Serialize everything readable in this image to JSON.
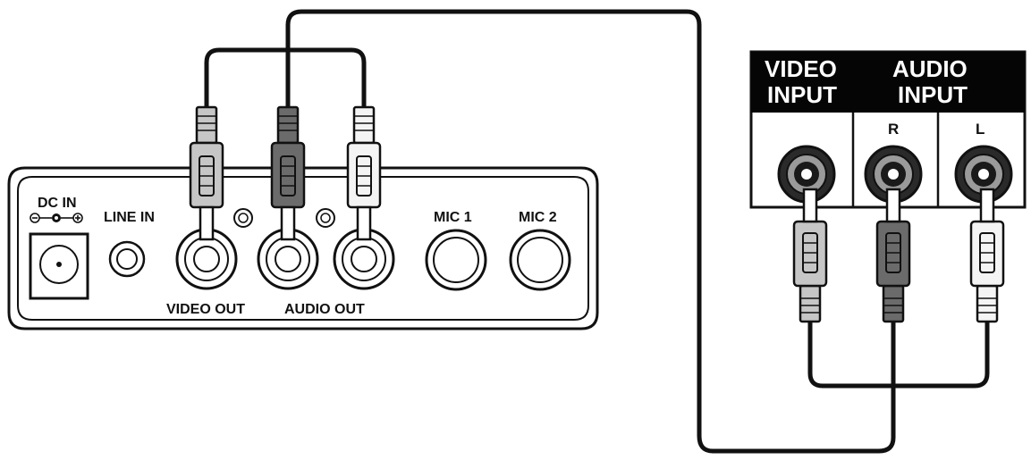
{
  "device": {
    "dc_in": "DC IN",
    "dc_polarity": {
      "minus": "⊖",
      "plus": "⊕"
    },
    "line_in": "LINE IN",
    "video_out": "VIDEO OUT",
    "audio_out": "AUDIO OUT",
    "mic1": "MIC 1",
    "mic2": "MIC 2"
  },
  "panel": {
    "video_input_line1": "VIDEO",
    "video_input_line2": "INPUT",
    "audio_input_line1": "AUDIO",
    "audio_input_line2": "INPUT",
    "right": "R",
    "left": "L"
  },
  "colors": {
    "cable": "#111111",
    "plug_video": "#c6c6c6",
    "plug_right": "#6b6b6b",
    "plug_left": "#f4f4f4",
    "panel_header": "#050505"
  },
  "icons": [
    "rca-jack",
    "rca-plug",
    "dc-jack",
    "mic-jack",
    "line-in-jack"
  ]
}
